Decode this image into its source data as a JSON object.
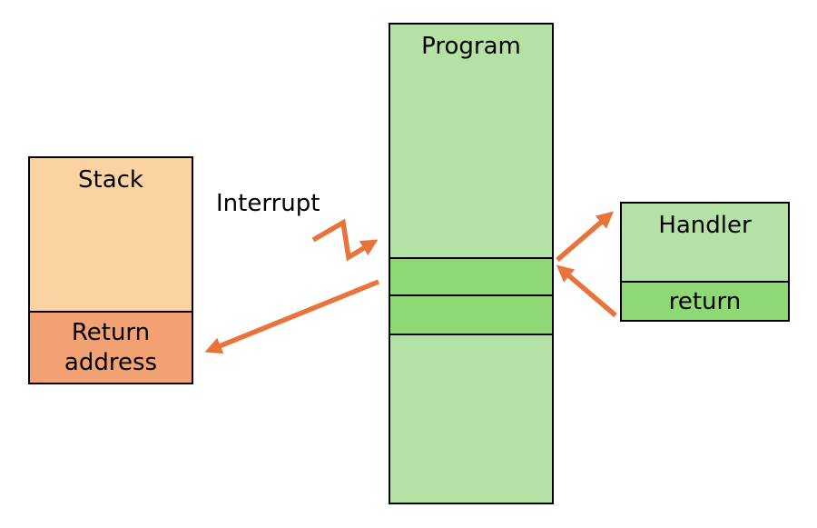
{
  "diagram": {
    "stack": {
      "label": "Stack",
      "return_label": "Return\naddress"
    },
    "program": {
      "label": "Program"
    },
    "handler": {
      "label": "Handler",
      "return_label": "return"
    },
    "interrupt_label": "Interrupt"
  },
  "colors": {
    "box_light_green": "#b4e2a4",
    "box_medium_green": "#8ed973",
    "stack_peach": "#fbd3a2",
    "stack_salmon": "#f2a173",
    "arrow_orange": "#e8743b",
    "border_black": "#000000"
  }
}
